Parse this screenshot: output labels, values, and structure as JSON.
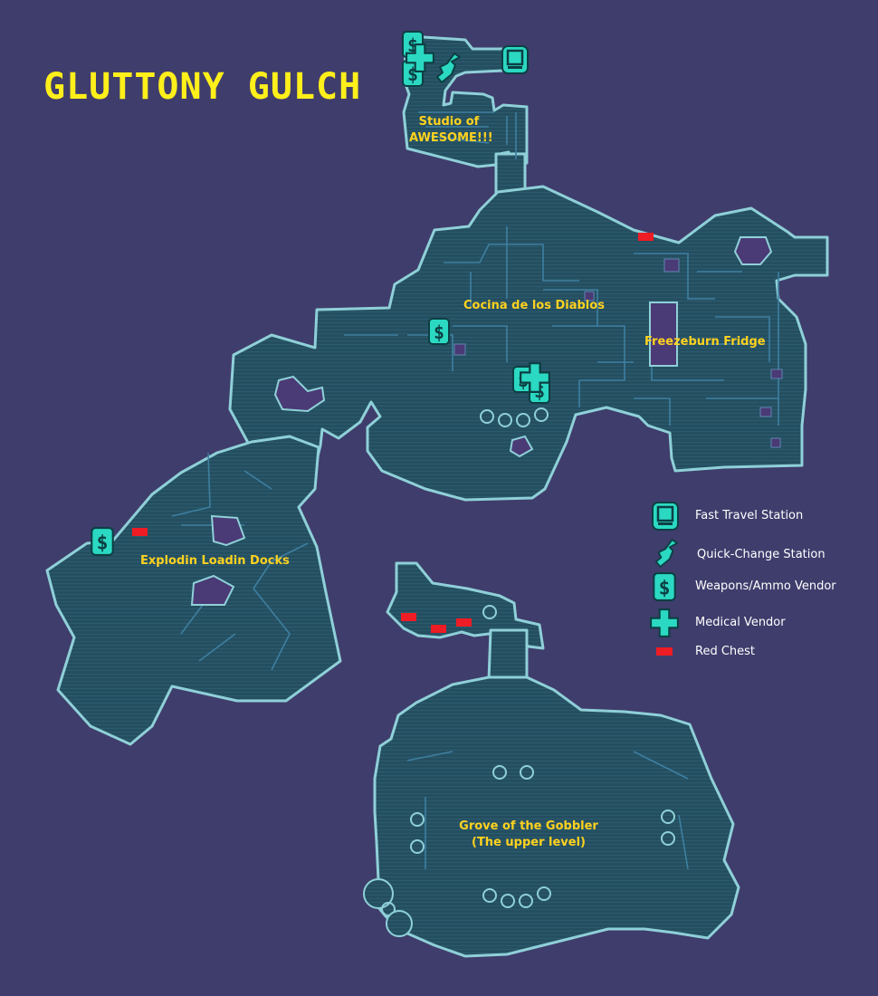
{
  "map": {
    "title": "GLUTTONY GULCH",
    "areas": [
      {
        "name": "Studio of\nAWESOME!!!"
      },
      {
        "name": "Cocina de los Diablos"
      },
      {
        "name": "Freezeburn Fridge"
      },
      {
        "name": "Explodin Loadin Docks"
      },
      {
        "name": "Grove of the Gobbler\n(The upper level)"
      }
    ]
  },
  "legend": {
    "items": [
      {
        "icon": "fast-travel-icon",
        "label": "Fast Travel Station"
      },
      {
        "icon": "quick-change-icon",
        "label": "Quick-Change Station"
      },
      {
        "icon": "dollar-icon",
        "label": "Weapons/Ammo Vendor"
      },
      {
        "icon": "medical-cross-icon",
        "label": "Medical Vendor"
      },
      {
        "icon": "red-chest-icon",
        "label": "Red Chest"
      }
    ]
  },
  "colors": {
    "background": "#3f3d6c",
    "terrain": "#244f61",
    "outline": "#8fd0d8",
    "icon": "#2bd9c2",
    "chest": "#ee1c24",
    "title": "#ffef1a",
    "area_label": "#ffd21f"
  }
}
